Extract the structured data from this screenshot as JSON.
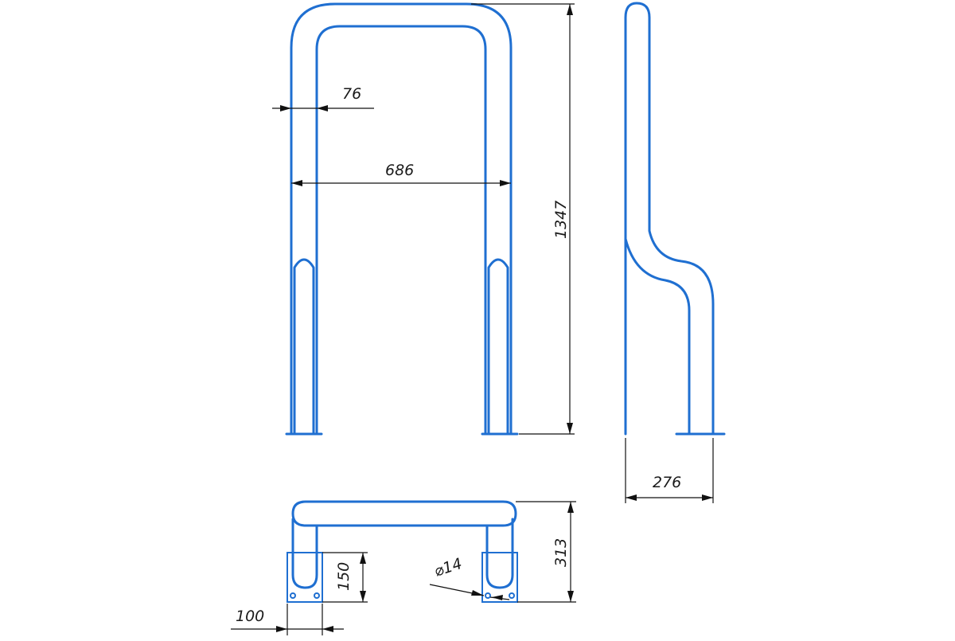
{
  "drawing": {
    "colors": {
      "part": "#1f6fd1",
      "dimension": "#111111"
    },
    "dimensions": {
      "tube_diameter": "76",
      "inner_width": "686",
      "height": "1347",
      "depth": "276",
      "base_depth": "313",
      "plate_height": "150",
      "plate_width": "100",
      "hole_diameter": "⌀14"
    }
  }
}
